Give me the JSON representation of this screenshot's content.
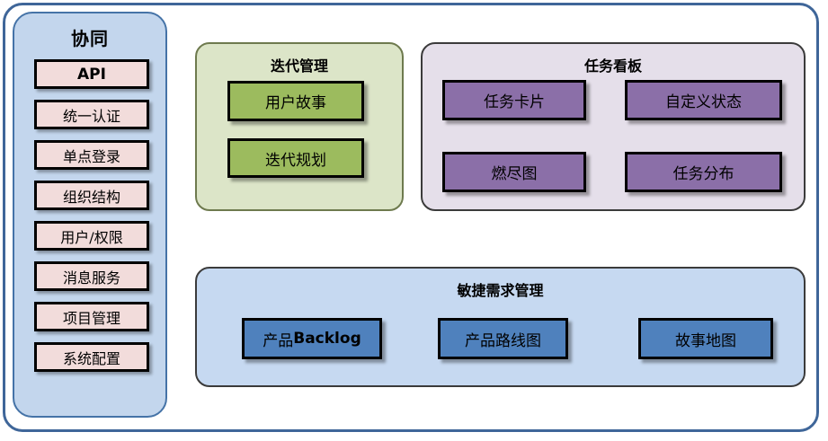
{
  "diagram": {
    "sidebar": {
      "title": "协同",
      "items": [
        {
          "label": "API",
          "style": "bold"
        },
        {
          "label": "统一认证",
          "style": "serif"
        },
        {
          "label": "单点登录",
          "style": "serif"
        },
        {
          "label": "组织结构",
          "style": "serif"
        },
        {
          "label": "用户/权限",
          "style": "serif"
        },
        {
          "label": "消息服务",
          "style": "serif"
        },
        {
          "label": "项目管理",
          "style": "serif"
        },
        {
          "label": "系统配置",
          "style": "serif"
        }
      ]
    },
    "panels": {
      "iteration": {
        "title": "迭代管理",
        "items": [
          {
            "label": "用户故事"
          },
          {
            "label": "迭代规划"
          }
        ]
      },
      "taskboard": {
        "title": "任务看板",
        "items": [
          {
            "label": "任务卡片"
          },
          {
            "label": "自定义状态"
          },
          {
            "label": "燃尽图"
          },
          {
            "label": "任务分布"
          }
        ]
      },
      "agile": {
        "title": "敏捷需求管理",
        "items": [
          {
            "label_cn": "产品",
            "label_en": "Backlog"
          },
          {
            "label": "产品路线图"
          },
          {
            "label": "故事地图"
          }
        ]
      }
    },
    "colors": {
      "frame_border": "#3F6699",
      "sidebar_bg": "#C3D6ED",
      "sidebar_border": "#4573A7",
      "chip_bg": "#F2DCDB",
      "iteration_panel_bg": "#DCE5C8",
      "iteration_panel_border": "#6E7A4E",
      "iteration_box_bg": "#9CBB5E",
      "taskboard_panel_bg": "#E5DFEA",
      "taskboard_box_bg": "#8B6FA8",
      "agile_panel_bg": "#C6D9F1",
      "agile_box_bg": "#4F81BD",
      "box_border": "#000000"
    }
  }
}
